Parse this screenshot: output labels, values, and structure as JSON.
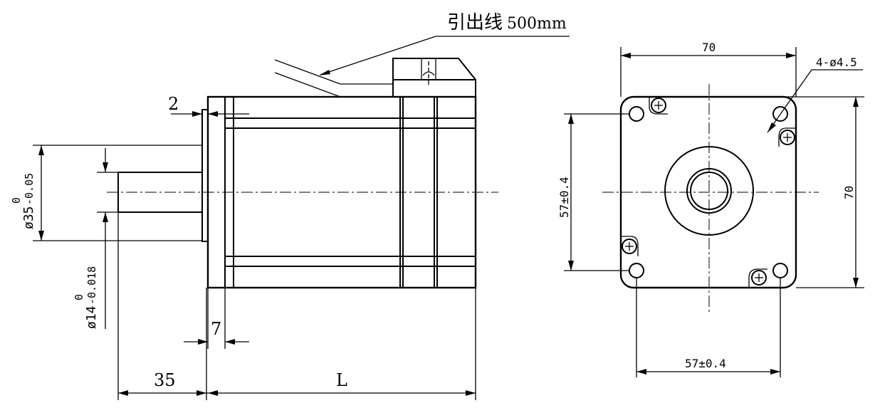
{
  "lead_wire_label": "引出线",
  "lead_wire_length": "500mm",
  "side_view": {
    "flange_step": "2",
    "boss_diameter": "ø35",
    "boss_tolerance_upper": "0",
    "boss_tolerance_lower": "-0.05",
    "shaft_diameter": "ø14",
    "shaft_tolerance_upper": "0",
    "shaft_tolerance_lower": "-0.018",
    "flange_thickness": "7",
    "shaft_length": "35",
    "body_length": "L"
  },
  "front_view": {
    "width": "70",
    "height": "70",
    "mounting_holes": "4-ø4.5",
    "hole_spacing_vertical": "57±0.4",
    "hole_spacing_horizontal": "57±0.4"
  }
}
